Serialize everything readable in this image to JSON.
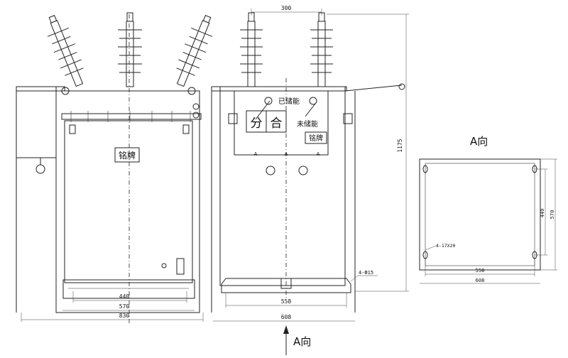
{
  "views": {
    "left": {
      "nameplate": "铭牌",
      "dims": [
        "440",
        "570",
        "830"
      ]
    },
    "right": {
      "top_dim": "300",
      "height_dim": "1175",
      "state_charged": "已储能",
      "state_uncharged": "未储能",
      "open_label": "分",
      "close_label": "合",
      "nameplate": "铭牌",
      "section_marks": [
        "A",
        "A",
        "A"
      ],
      "hole_callout": "4-Ф15",
      "dims": [
        "558",
        "608"
      ],
      "direction": "A向"
    },
    "base": {
      "title": "A向",
      "hole_callout": "4-17X20",
      "dims_h": [
        "558",
        "608"
      ],
      "dims_v": [
        "440",
        "570"
      ]
    }
  }
}
